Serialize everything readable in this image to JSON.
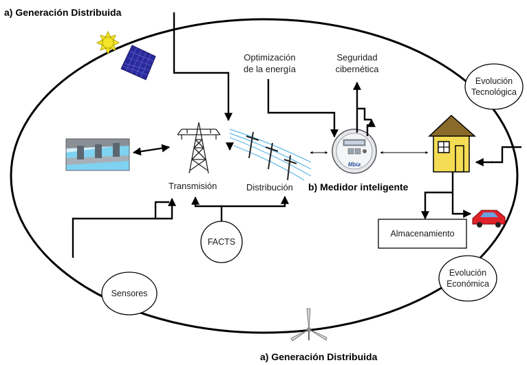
{
  "title_top": "a) Generación Distribuida",
  "title_bottom": "a) Generación Distribuida",
  "labels": {
    "optimizacion": [
      "Optimización",
      "de la energía"
    ],
    "seguridad": [
      "Seguridad",
      "cibernética"
    ],
    "transmision": "Transmisión",
    "distribucion": "Distribución",
    "medidor": "b) Medidor inteligente",
    "almacenamiento": "Almacenamiento",
    "meter_brand": "Mbia"
  },
  "ovals": {
    "evolucion_tecnologica": [
      "Evolución",
      "Tecnológica"
    ],
    "evolucion_economica": [
      "Evolución",
      "Económica"
    ],
    "facts": "FACTS",
    "sensores": "Sensores"
  },
  "colors": {
    "line": "#000000",
    "sun": "#f2e52a",
    "solar_panel": "#2b2a9a",
    "house_wall": "#f4dc55",
    "house_roof": "#8a6a2a",
    "car": "#e0222a",
    "water": "#7fd2f0",
    "wire": "#5fb6e6"
  }
}
